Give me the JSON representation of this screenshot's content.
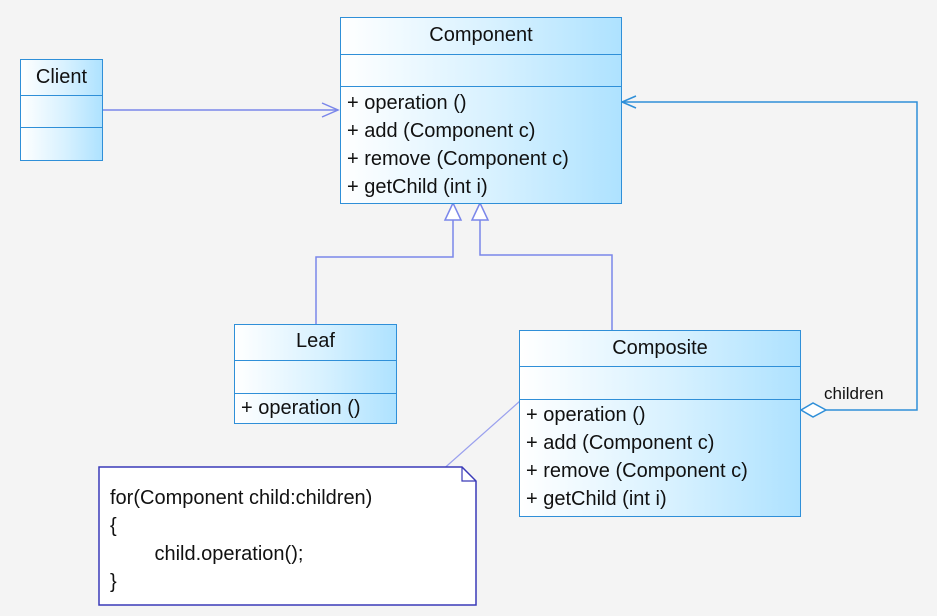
{
  "classes": {
    "component": {
      "name": "Component",
      "operations": [
        "+  operation ()",
        "+  add (Component c)",
        "+  remove (Component c)",
        "+  getChild (int i)"
      ]
    },
    "client": {
      "name": "Client"
    },
    "leaf": {
      "name": "Leaf",
      "operations": [
        "+  operation ()"
      ]
    },
    "composite": {
      "name": "Composite",
      "operations": [
        "+  operation ()",
        "+  add (Component c)",
        "+  remove (Component c)",
        "+  getChild (int i)"
      ]
    }
  },
  "note": {
    "lines": [
      "for(Component child:children)",
      "{",
      "        child.operation();",
      "}"
    ]
  },
  "labels": {
    "children": "children"
  },
  "colors": {
    "line": "#7a86ea",
    "border": "#2f8fd8",
    "note_border": "#3a3ab8"
  }
}
